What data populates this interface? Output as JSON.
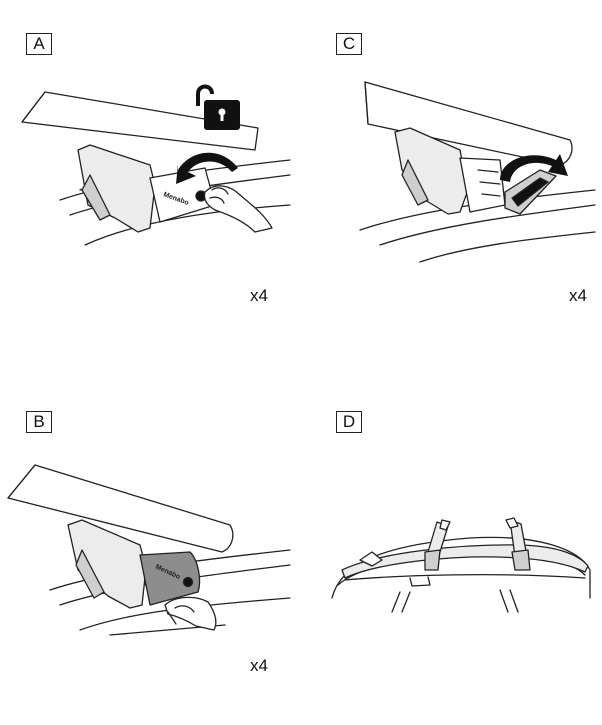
{
  "panels": [
    {
      "id": "A",
      "label": "A",
      "quantity": "x4"
    },
    {
      "id": "C",
      "label": "C",
      "quantity": "x4"
    },
    {
      "id": "B",
      "label": "B",
      "quantity": "x4"
    },
    {
      "id": "D",
      "label": "D",
      "quantity": ""
    }
  ],
  "brand_text": "Menabo",
  "icons": {
    "A": [
      "unlock-padlock-icon",
      "rotate-arrow-icon",
      "hand-icon"
    ],
    "C": [
      "rotate-arrow-icon"
    ],
    "B": [
      "hand-icon"
    ]
  }
}
